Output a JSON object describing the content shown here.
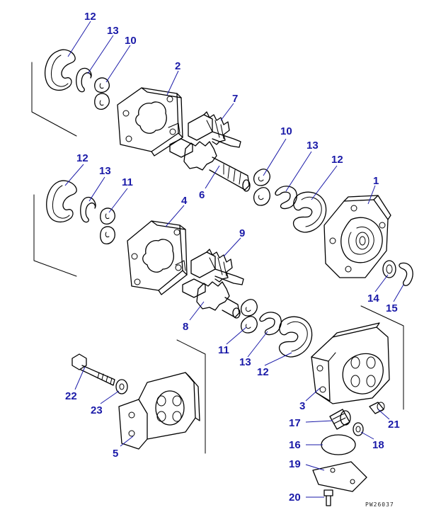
{
  "diagram": {
    "drawing_code": "PW26037",
    "labels": {
      "a12": "12",
      "a13": "13",
      "a10": "10",
      "a2": "2",
      "a7": "7",
      "a6": "6",
      "b10": "10",
      "b13": "13",
      "b12": "12",
      "b1": "1",
      "c12": "12",
      "c13": "13",
      "c11": "11",
      "c4": "4",
      "c9": "9",
      "c8": "8",
      "d11": "11",
      "d13": "13",
      "d12": "12",
      "d14": "14",
      "d15": "15",
      "e22": "22",
      "e23": "23",
      "e5": "5",
      "f3": "3",
      "f17": "17",
      "f21": "21",
      "f16": "16",
      "f18": "18",
      "f19": "19",
      "f20": "20"
    }
  }
}
